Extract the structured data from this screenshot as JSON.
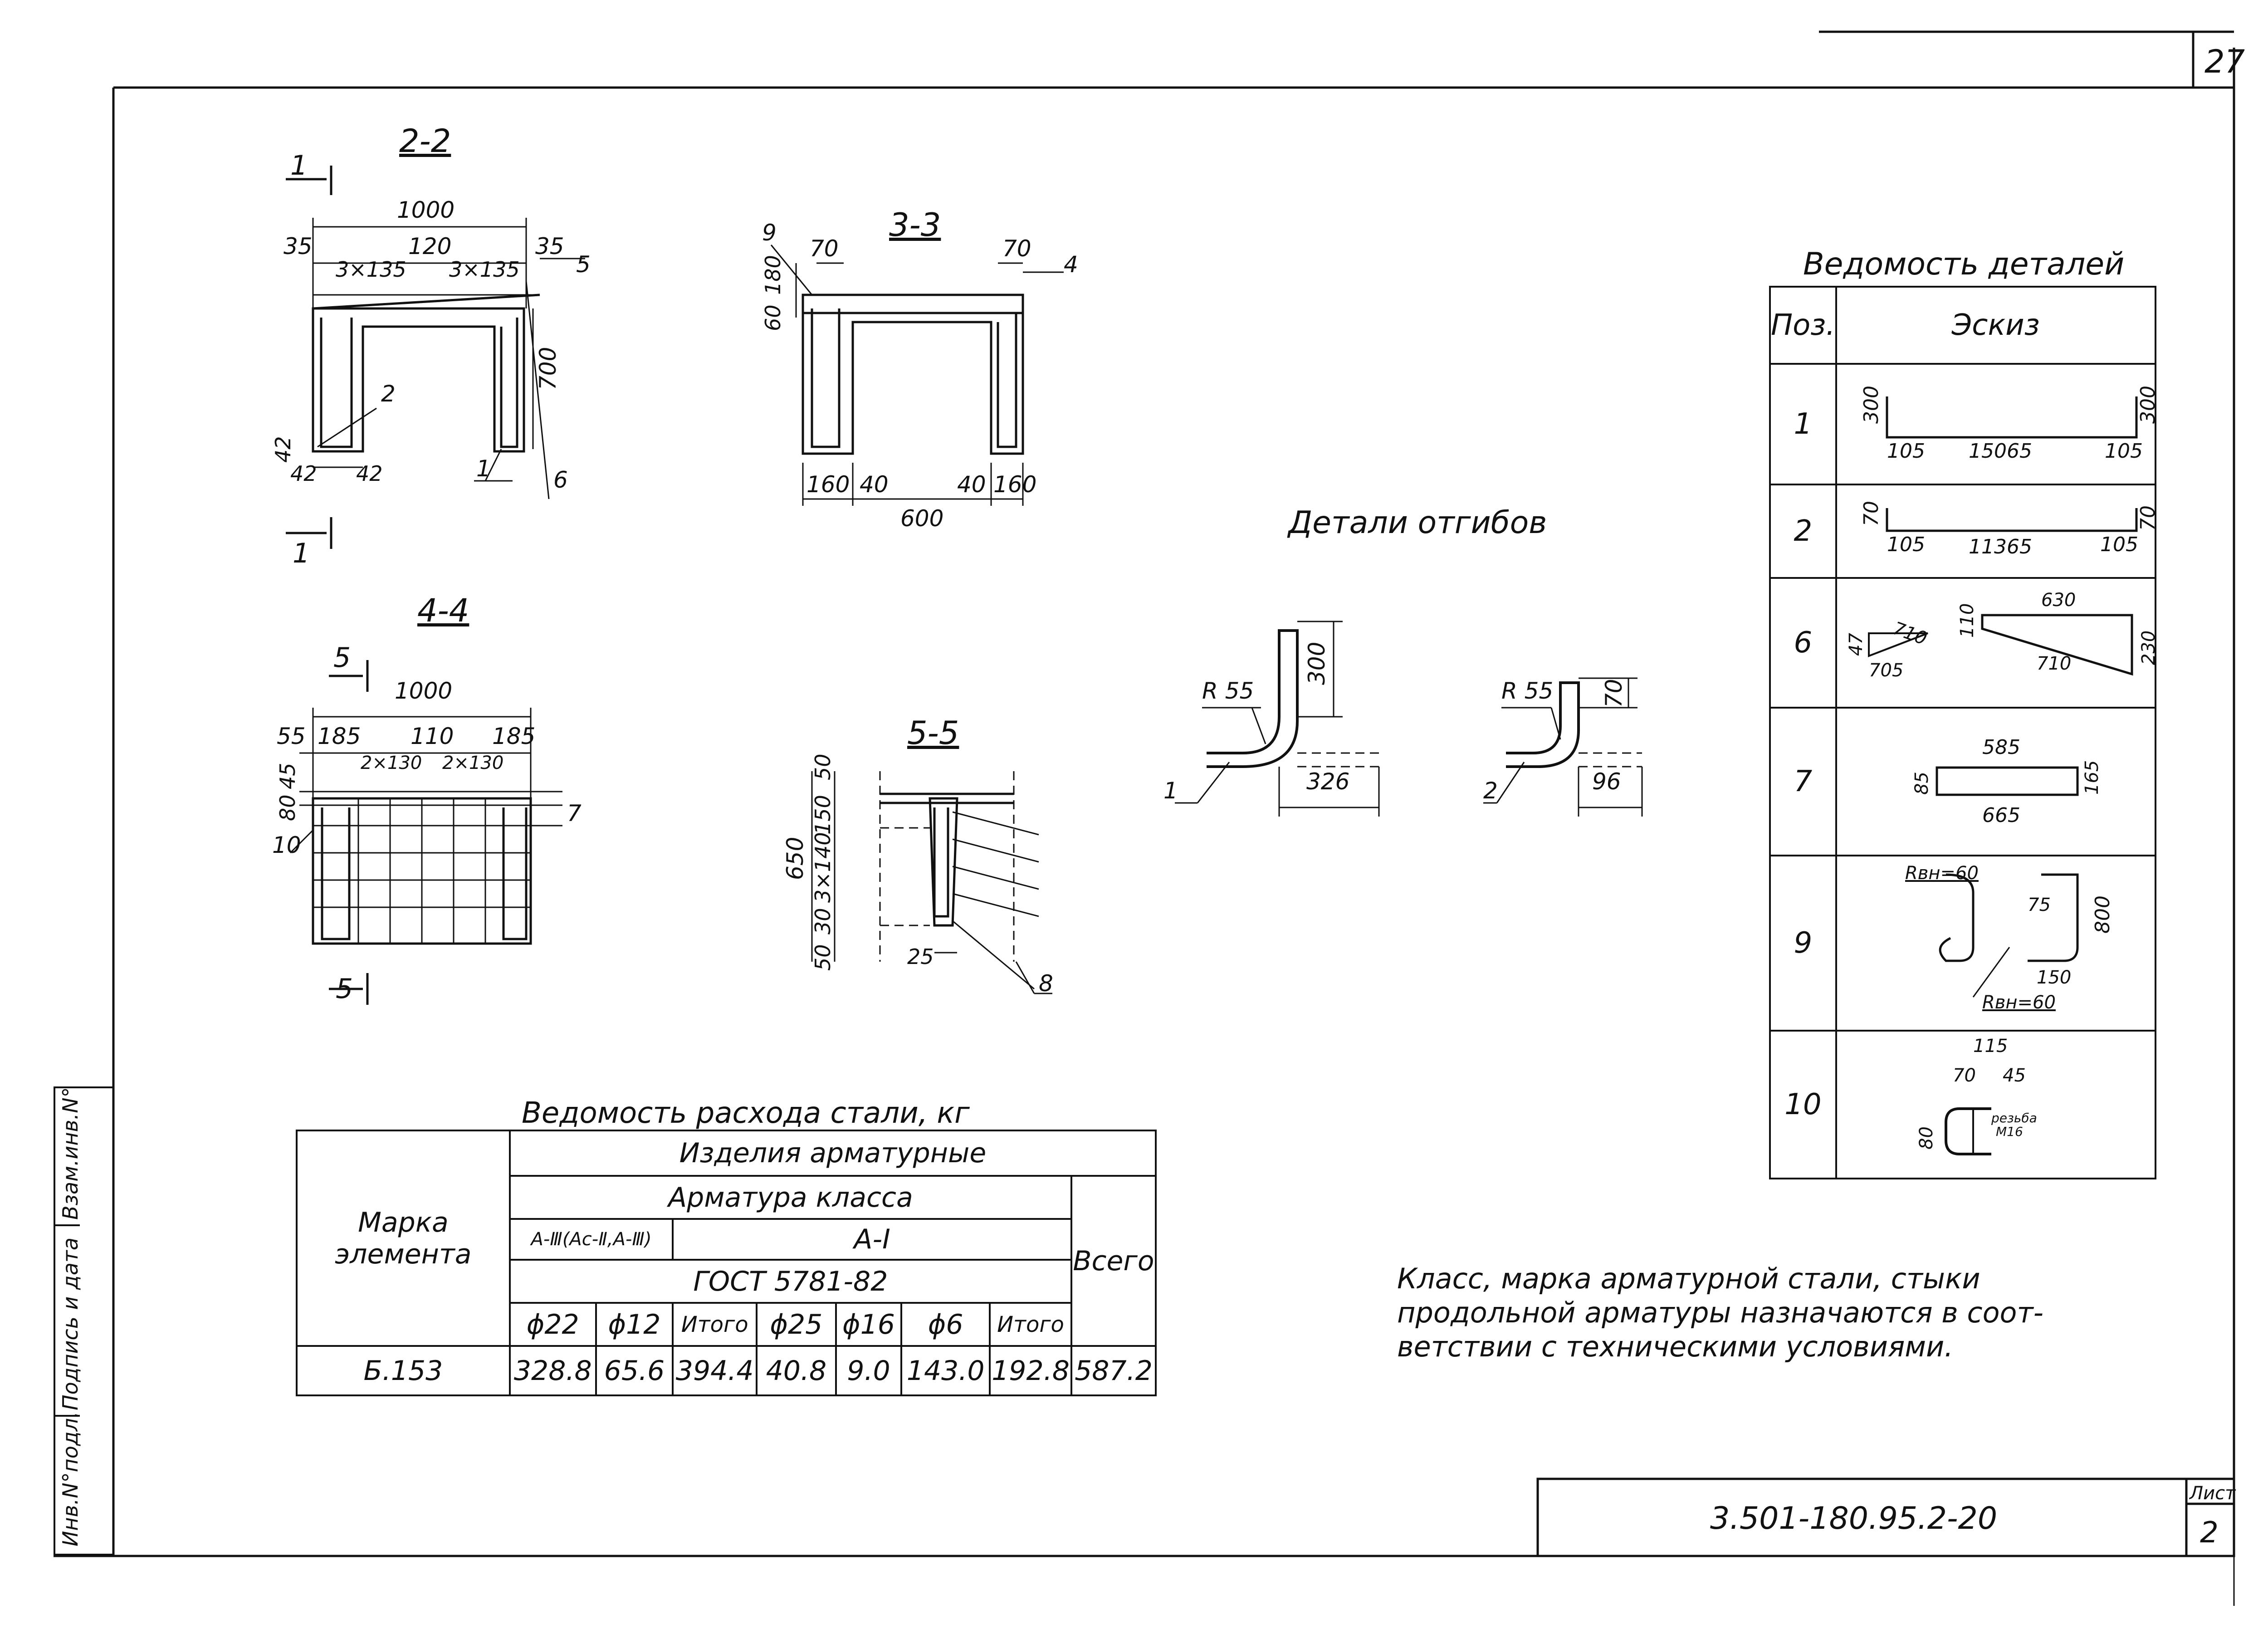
{
  "page_number": "27",
  "sheet": {
    "code": "3.501-180.95.2-20",
    "list_label": "Лист",
    "list_number": "2"
  },
  "stamp": {
    "inv_podl": "Инв.N°подл.",
    "podpis_data": "Подпись и дата",
    "vzam_inv": "Взам.инв.N°"
  },
  "sections": {
    "s22": {
      "title": "2-2",
      "cut_mark": "1",
      "dims": [
        "1000",
        "35",
        "120",
        "35",
        "3×135",
        "3×135",
        "700",
        "42",
        "42",
        "42"
      ],
      "callouts": [
        "5",
        "2",
        "1",
        "6"
      ]
    },
    "s33": {
      "title": "3-3",
      "dims": [
        "70",
        "70",
        "60",
        "180",
        "160",
        "40",
        "40",
        "160",
        "600"
      ],
      "callouts": [
        "9",
        "4"
      ]
    },
    "s44": {
      "title": "4-4",
      "cut_mark": "5",
      "dims": [
        "1000",
        "55",
        "185",
        "110",
        "185",
        "2×130",
        "2×130",
        "80",
        "45"
      ],
      "callouts": [
        "7",
        "10"
      ]
    },
    "s55": {
      "title": "5-5",
      "dims": [
        "50",
        "150",
        "650",
        "3×140",
        "30",
        "50",
        "25"
      ],
      "callouts": [
        "8"
      ]
    }
  },
  "bends": {
    "title": "Детали отгибов",
    "b1": {
      "radius": "R 55",
      "height": "300",
      "length": "326",
      "pos": "1"
    },
    "b2": {
      "radius": "R 55",
      "height": "70",
      "length": "96",
      "pos": "2"
    }
  },
  "details_table": {
    "title": "Ведомость деталей",
    "col_pos": "Поз.",
    "col_sketch": "Эскиз",
    "rows": [
      {
        "pos": "1",
        "dims": [
          "300",
          "105",
          "15065",
          "105",
          "300"
        ]
      },
      {
        "pos": "2",
        "dims": [
          "70",
          "105",
          "11365",
          "105",
          "70"
        ]
      },
      {
        "pos": "6",
        "dims": [
          "47",
          "710",
          "705",
          "110",
          "630",
          "710",
          "230"
        ]
      },
      {
        "pos": "7",
        "dims": [
          "585",
          "85",
          "165",
          "665"
        ]
      },
      {
        "pos": "9",
        "dims": [
          "Rвн=60",
          "75",
          "800",
          "150",
          "Rвн=60"
        ]
      },
      {
        "pos": "10",
        "dims": [
          "115",
          "70",
          "45",
          "80",
          "резьба",
          "M16"
        ]
      }
    ]
  },
  "steel_table": {
    "title": "Ведомость расхода стали, кг",
    "h_mark": "Марка элемента",
    "h_items": "Изделия арматурные",
    "h_class": "Арматура класса",
    "h_a3": "А-Ⅲ(Ас-Ⅱ,А-Ⅲ)",
    "h_a1": "А-Ⅰ",
    "h_gost": "ГОСТ 5781-82",
    "h_total": "Всего",
    "cols": [
      "ϕ22",
      "ϕ12",
      "Итого",
      "ϕ25",
      "ϕ16",
      "ϕ6",
      "Итого"
    ],
    "row": {
      "mark": "Б.153",
      "values": [
        "328.8",
        "65.6",
        "394.4",
        "40.8",
        "9.0",
        "143.0",
        "192.8"
      ],
      "total": "587.2"
    }
  },
  "note": [
    "Класс, марка арматурной стали, стыки",
    "продольной арматуры назначаются в соот-",
    "ветствии с техническими условиями."
  ]
}
